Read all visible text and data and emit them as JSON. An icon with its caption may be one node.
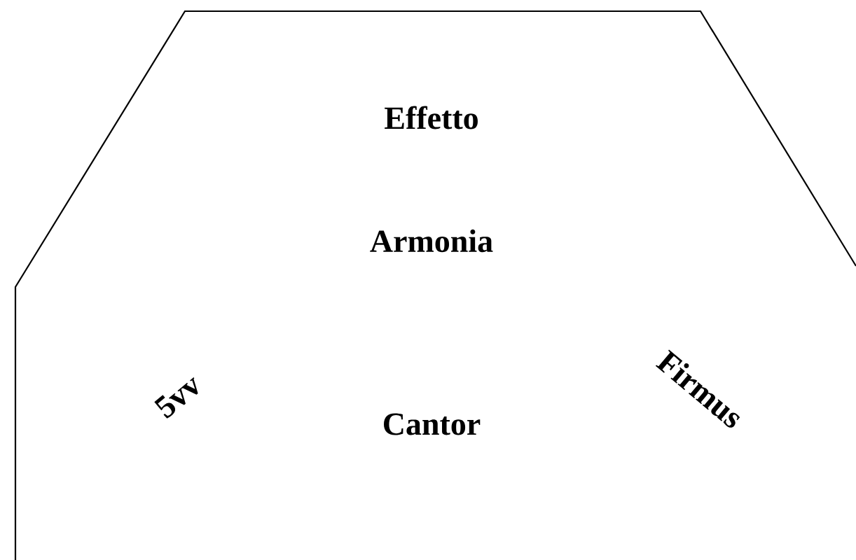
{
  "diagram": {
    "nodes": [
      {
        "text": [
          "Effetto",
          "Armonia",
          "5vv",
          "Firmus",
          "Cantor"
        ]
      }
    ]
  }
}
